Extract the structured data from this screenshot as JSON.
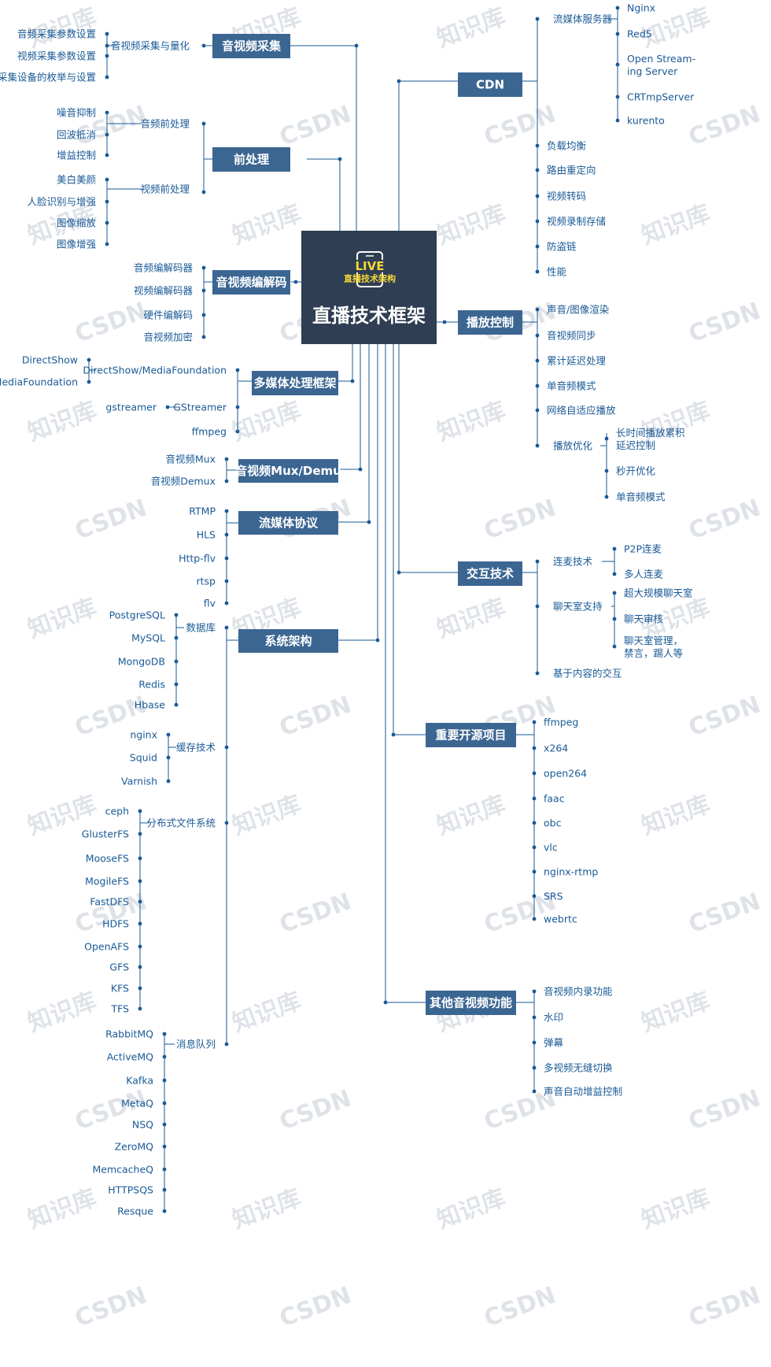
{
  "center": {
    "title": "直播技术框架",
    "icon_live": "LIVE",
    "icon_caption": "直播技术架构",
    "icon": "tablet-icon",
    "color": "#2f3e52"
  },
  "watermarks": [
    "知识库",
    "CSDN"
  ],
  "colors": {
    "line": "#1a5a96",
    "box": "#3c6692",
    "text": "#1a5a96"
  },
  "left": {
    "capture": {
      "title": "音视频采集",
      "mid": "音视频采集与量化",
      "items": [
        "音频采集参数设置",
        "视频采集参数设置",
        "采集设备的枚举与设置"
      ]
    },
    "preprocess": {
      "title": "前处理",
      "groups": [
        {
          "label": "音频前处理",
          "items": [
            "噪音抑制",
            "回波抵消",
            "增益控制"
          ]
        },
        {
          "label": "视频前处理",
          "items": [
            "美白美颜",
            "人脸识别与增强",
            "图像缩放",
            "图像增强"
          ]
        }
      ]
    },
    "codec": {
      "title": "音视频编解码",
      "items": [
        "音频编解码器",
        "视频编解码器",
        "硬件编解码",
        "音视频加密"
      ]
    },
    "media_framework": {
      "title": "多媒体处理框架",
      "groups": [
        {
          "label": "DirectShow/MediaFoundation",
          "items": [
            "DirectShow",
            "MediaFoundation"
          ]
        },
        {
          "label": "GStreamer",
          "items": [
            "gstreamer"
          ]
        },
        {
          "label": "ffmpeg",
          "items": []
        }
      ]
    },
    "mux": {
      "title": "音视频Mux/Demu",
      "items": [
        "音视频Mux",
        "音视频Demux"
      ]
    },
    "protocol": {
      "title": "流媒体协议",
      "items": [
        "RTMP",
        "HLS",
        "Http-flv",
        "rtsp",
        "flv"
      ]
    },
    "system": {
      "title": "系统架构",
      "groups": [
        {
          "label": "数据库",
          "items": [
            "PostgreSQL",
            "MySQL",
            "MongoDB",
            "Redis",
            "Hbase"
          ]
        },
        {
          "label": "缓存技术",
          "items": [
            "nginx",
            "Squid",
            "Varnish"
          ]
        },
        {
          "label": "分布式文件系统",
          "items": [
            "ceph",
            "GlusterFS",
            "MooseFS",
            "MogileFS",
            "FastDFS",
            "HDFS",
            "OpenAFS",
            "GFS",
            "KFS",
            "TFS"
          ]
        },
        {
          "label": "消息队列",
          "items": [
            "RabbitMQ",
            "ActiveMQ",
            "Kafka",
            "MetaQ",
            "NSQ",
            "ZeroMQ",
            "MemcacheQ",
            "HTTPSQS",
            "Resque"
          ]
        }
      ]
    }
  },
  "right": {
    "cdn": {
      "title": "CDN",
      "server_group": "流媒体服务器",
      "servers": [
        "Nginx",
        "Red5",
        "Open Stream-\ning Server",
        "CRTmpServer",
        "kurento"
      ],
      "items": [
        "负载均衡",
        "路由重定向",
        "视频转码",
        "视频录制存储",
        "防盗链",
        "性能"
      ]
    },
    "playback": {
      "title": "播放控制",
      "items": [
        "声音/图像渲染",
        "音视频同步",
        "累计延迟处理",
        "单音频模式",
        "网络自适应播放"
      ],
      "opt_group": "播放优化",
      "opt_items": [
        "长时间播放累积\n延迟控制",
        "秒开优化",
        "单音频模式"
      ]
    },
    "interaction": {
      "title": "交互技术",
      "groups": [
        {
          "label": "连麦技术",
          "items": [
            "P2P连麦",
            "多人连麦"
          ]
        },
        {
          "label": "聊天室支持",
          "items": [
            "超大规模聊天室",
            "聊天审核",
            "聊天室管理，\n禁言，踢人等"
          ]
        },
        {
          "label": "基于内容的交互",
          "items": []
        }
      ]
    },
    "open_source": {
      "title": "重要开源项目",
      "items": [
        "ffmpeg",
        "x264",
        "open264",
        "faac",
        "obc",
        "vlc",
        "nginx-rtmp",
        "SRS",
        "webrtc"
      ]
    },
    "other": {
      "title": "其他音视频功能",
      "items": [
        "音视频内录功能",
        "水印",
        "弹幕",
        "多视频无缝切换",
        "声音自动增益控制"
      ]
    }
  }
}
